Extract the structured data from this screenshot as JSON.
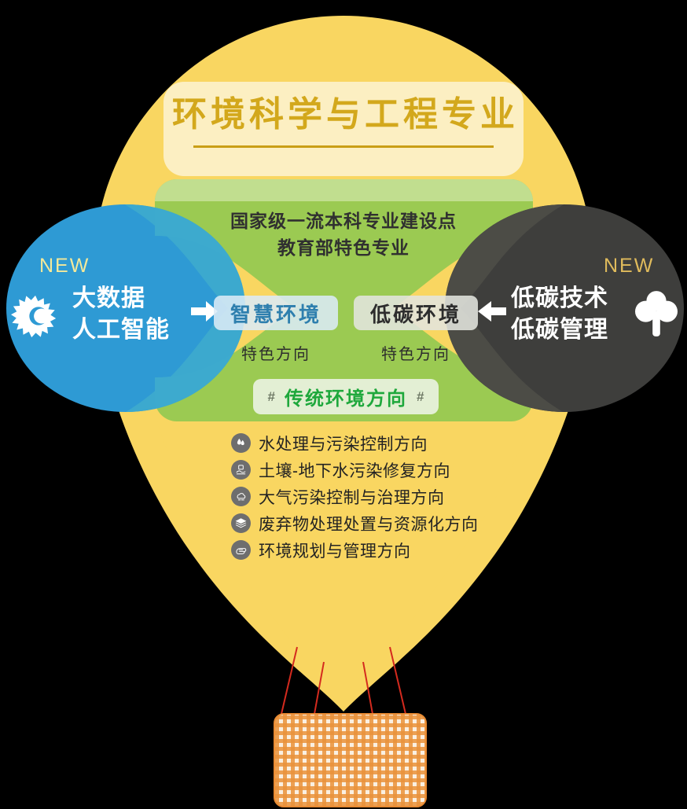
{
  "palette": {
    "balloon_yellow": "#F9D661",
    "title_card_bg": "#FCEFC2",
    "title_gold": "#D3A81C",
    "green_plate": "#9BCA52",
    "green_plate_light": "#C1DE8F",
    "blue_circle": "#2E9AD4",
    "blue_circle_overlap": "#3DAACE",
    "dark_circle": "#3E3E3C",
    "dark_circle_overlap": "#4C4C46",
    "traditional_green": "#1FA83C",
    "basket_orange": "#E98B33",
    "rope_red": "#D42A1E",
    "new_badge_left": "#F4E99A",
    "new_badge_right": "#E0BB5C"
  },
  "title": {
    "text": "环境科学与工程专业"
  },
  "subtitle": {
    "line1": "国家级一流本科专业建设点",
    "line2": "教育部特色专业"
  },
  "left_cluster": {
    "badge": "NEW",
    "label_line1": "大数据",
    "label_line2": "人工智能",
    "icon": "sun-moon-icon",
    "arrow": "arrow-right-icon"
  },
  "right_cluster": {
    "badge": "NEW",
    "label_line1": "低碳技术",
    "label_line2": "低碳管理",
    "icon": "tree-icon",
    "arrow": "arrow-left-icon"
  },
  "feature_pills": [
    {
      "label": "智慧环境",
      "caption": "特色方向"
    },
    {
      "label": "低碳环境",
      "caption": "特色方向"
    }
  ],
  "traditional": {
    "hash_left": "#",
    "label": "传统环境方向",
    "hash_right": "#"
  },
  "directions": [
    {
      "icon": "water-drops-icon",
      "text": "水处理与污染控制方向"
    },
    {
      "icon": "soil-icon",
      "text": "土壤-地下水污染修复方向"
    },
    {
      "icon": "cloud-icon",
      "text": "大气污染控制与治理方向"
    },
    {
      "icon": "layers-icon",
      "text": "废弃物处理处置与资源化方向"
    },
    {
      "icon": "scroll-map-icon",
      "text": "环境规划与管理方向"
    }
  ],
  "basket": {
    "icon": "woven-basket",
    "ropes": 4
  }
}
